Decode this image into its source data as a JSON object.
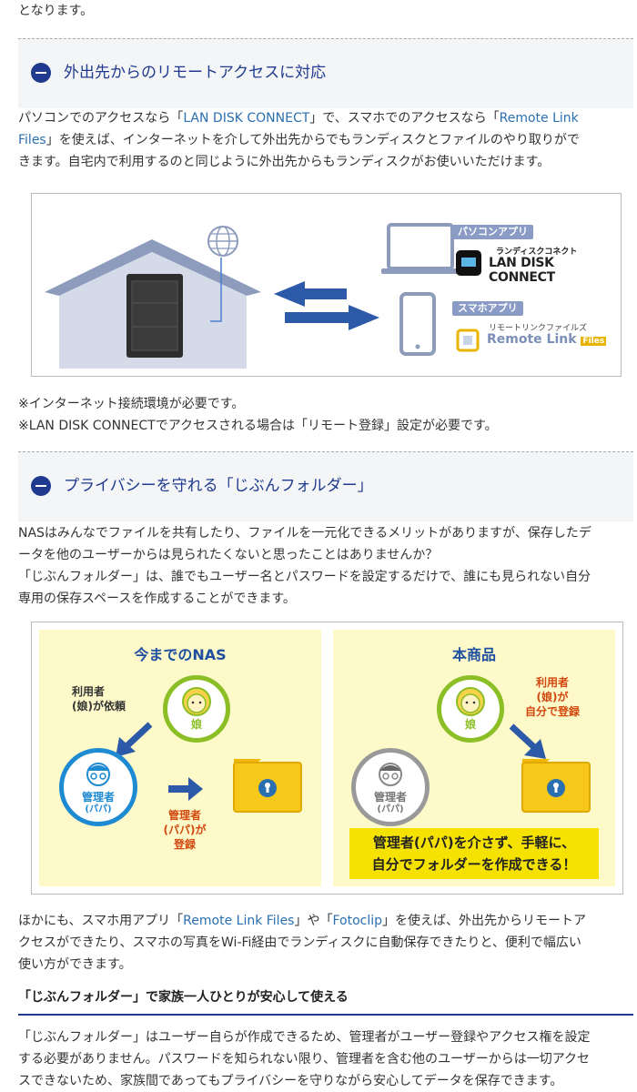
{
  "intro_tail": "となります。",
  "section1": {
    "title": "外出先からのリモートアクセスに対応",
    "para_1": "パソコンでのアクセスなら「",
    "link_lan": "LAN DISK CONNECT",
    "para_2": "」で、スマホでのアクセスなら「",
    "link_rlf_1": "Remote Link",
    "link_rlf_2": "Files",
    "para_3": "」を使えば、インターネットを介して外出先からでもランディスクとファイルのやり取りがで",
    "para_4": "きます。自宅内で利用するのと同じように外出先からもランディスクがお使いいただけます。",
    "figure": {
      "pc_badge": "パソコンアプリ",
      "pc_app_kana": "ランディスクコネクト",
      "pc_app_name": "LAN DISK CONNECT",
      "sp_badge": "スマホアプリ",
      "sp_app_kana": "リモートリンクファイルズ",
      "sp_app_name": "Remote Link",
      "sp_app_files": "Files"
    },
    "note_1": "※インターネット接続環境が必要です。",
    "note_2": "※LAN DISK CONNECTでアクセスされる場合は「リモート登録」設定が必要です。"
  },
  "section2": {
    "title": "プライバシーを守れる「じぶんフォルダー」",
    "para_1": "NASはみんなでファイルを共有したり、ファイルを一元化できるメリットがありますが、保存したデ",
    "para_2": "ータを他のユーザーからは見られたくないと思ったことはありませんか？",
    "para_3": "「じぶんフォルダー」は、誰でもユーザー名とパスワードを設定するだけで、誰にも見られない自分",
    "para_4": "専用の保存スペースを作成することができます。",
    "figure": {
      "left_title": "今までのNAS",
      "left_user_note_1": "利用者",
      "left_user_note_2": "(娘)が依頼",
      "daughter_label": "娘",
      "admin_label_1": "管理者",
      "admin_label_2": "(パパ)",
      "admin_note_1": "管理者",
      "admin_note_2": "(パパ)が",
      "admin_note_3": "登録",
      "right_title": "本商品",
      "right_user_note_1": "利用者",
      "right_user_note_2": "(娘)が",
      "right_user_note_3": "自分で登録",
      "banner_1": "管理者(パパ)を介さず、手軽に、",
      "banner_2": "自分でフォルダーを作成できる！"
    },
    "para_5a": "ほかにも、スマホ用アプリ「",
    "link_rlf": "Remote Link Files",
    "para_5b": "」や「",
    "link_foto": "Fotoclip",
    "para_5c": "」を使えば、外出先からリモートア",
    "para_6": "クセスができたり、スマホの写真をWi-Fi経由でランディスクに自動保存できたりと、便利で幅広い",
    "para_7": "使い方ができます。",
    "sub_title": "「じぶんフォルダー」で家族一人ひとりが安心して使える",
    "para_8": "「じぶんフォルダー」はユーザー自らが作成できるため、管理者がユーザー登録やアクセス権を設定",
    "para_9": "する必要がありません。パスワードを知られない限り、管理者を含む他のユーザーからは一切アクセ",
    "para_10": "スできないため、家族間であってもプライバシーを守りながら安心してデータを保存できます。"
  }
}
